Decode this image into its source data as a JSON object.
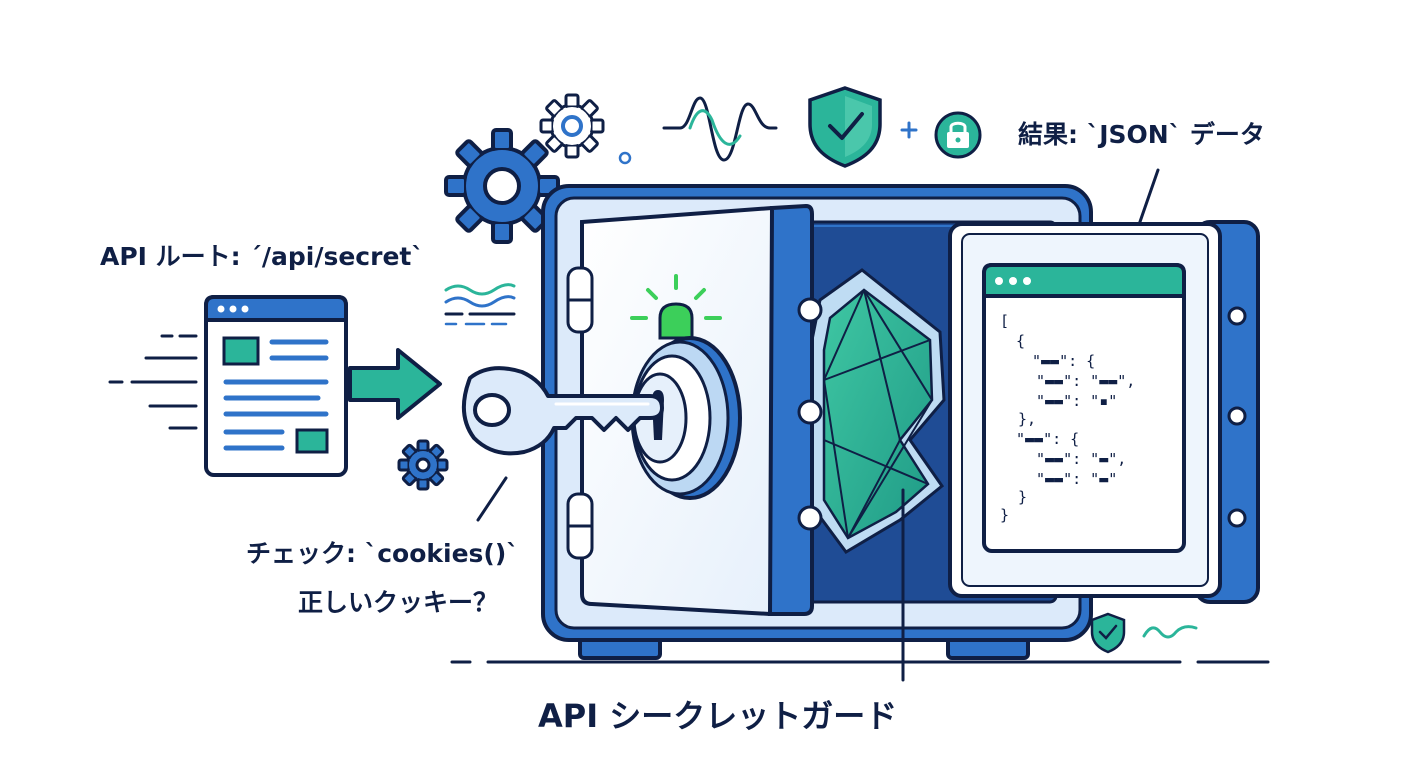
{
  "labels": {
    "route": "API ルート: ´/api/secret`",
    "result": "結果: `JSON` データ",
    "check": "チェック: `cookies()`",
    "question": "正しいクッキー？",
    "title": "API シークレットガード"
  },
  "json_preview": [
    "[",
    "{",
    "\"▬▬\": {",
    "\"▬▬\": \"▬▬\",",
    "\"▬▬\": \"▪\"",
    "},",
    "\"▬▬\": {",
    "\"▬▬\": \"▬\",",
    "\"▬▬\": \"▬\"",
    "}",
    "}"
  ],
  "icons": [
    "gear-icon",
    "wave-icon",
    "shield-check-icon",
    "plus-icon",
    "lock-icon",
    "document-window-icon",
    "arrow-right-icon",
    "key-icon",
    "safe-vault-icon",
    "indicator-light-icon",
    "json-window-icon"
  ],
  "colors": {
    "navy": "#0f1f45",
    "blue": "#2f73c9",
    "light_blue": "#dceafa",
    "teal": "#2bb59a",
    "green": "#3ccf5a"
  }
}
